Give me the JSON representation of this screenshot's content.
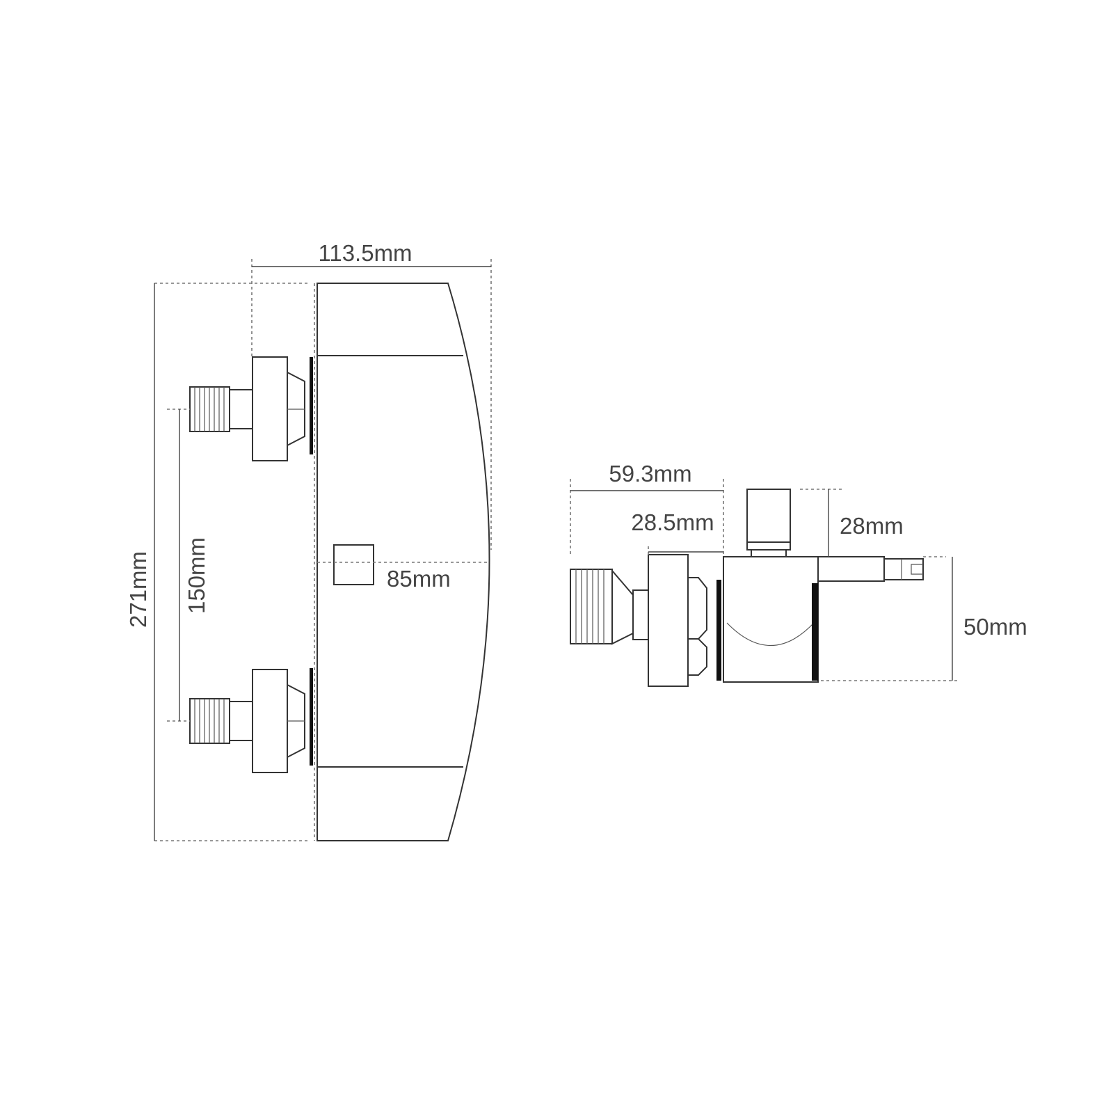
{
  "front_view": {
    "width_label": "113.5mm",
    "height_label": "271mm",
    "inlet_spacing_label": "150mm",
    "center_depth_label": "85mm"
  },
  "side_view": {
    "total_depth_label": "59.3mm",
    "connector_depth_label": "28.5mm",
    "knob_height_label": "28mm",
    "body_height_label": "50mm"
  }
}
